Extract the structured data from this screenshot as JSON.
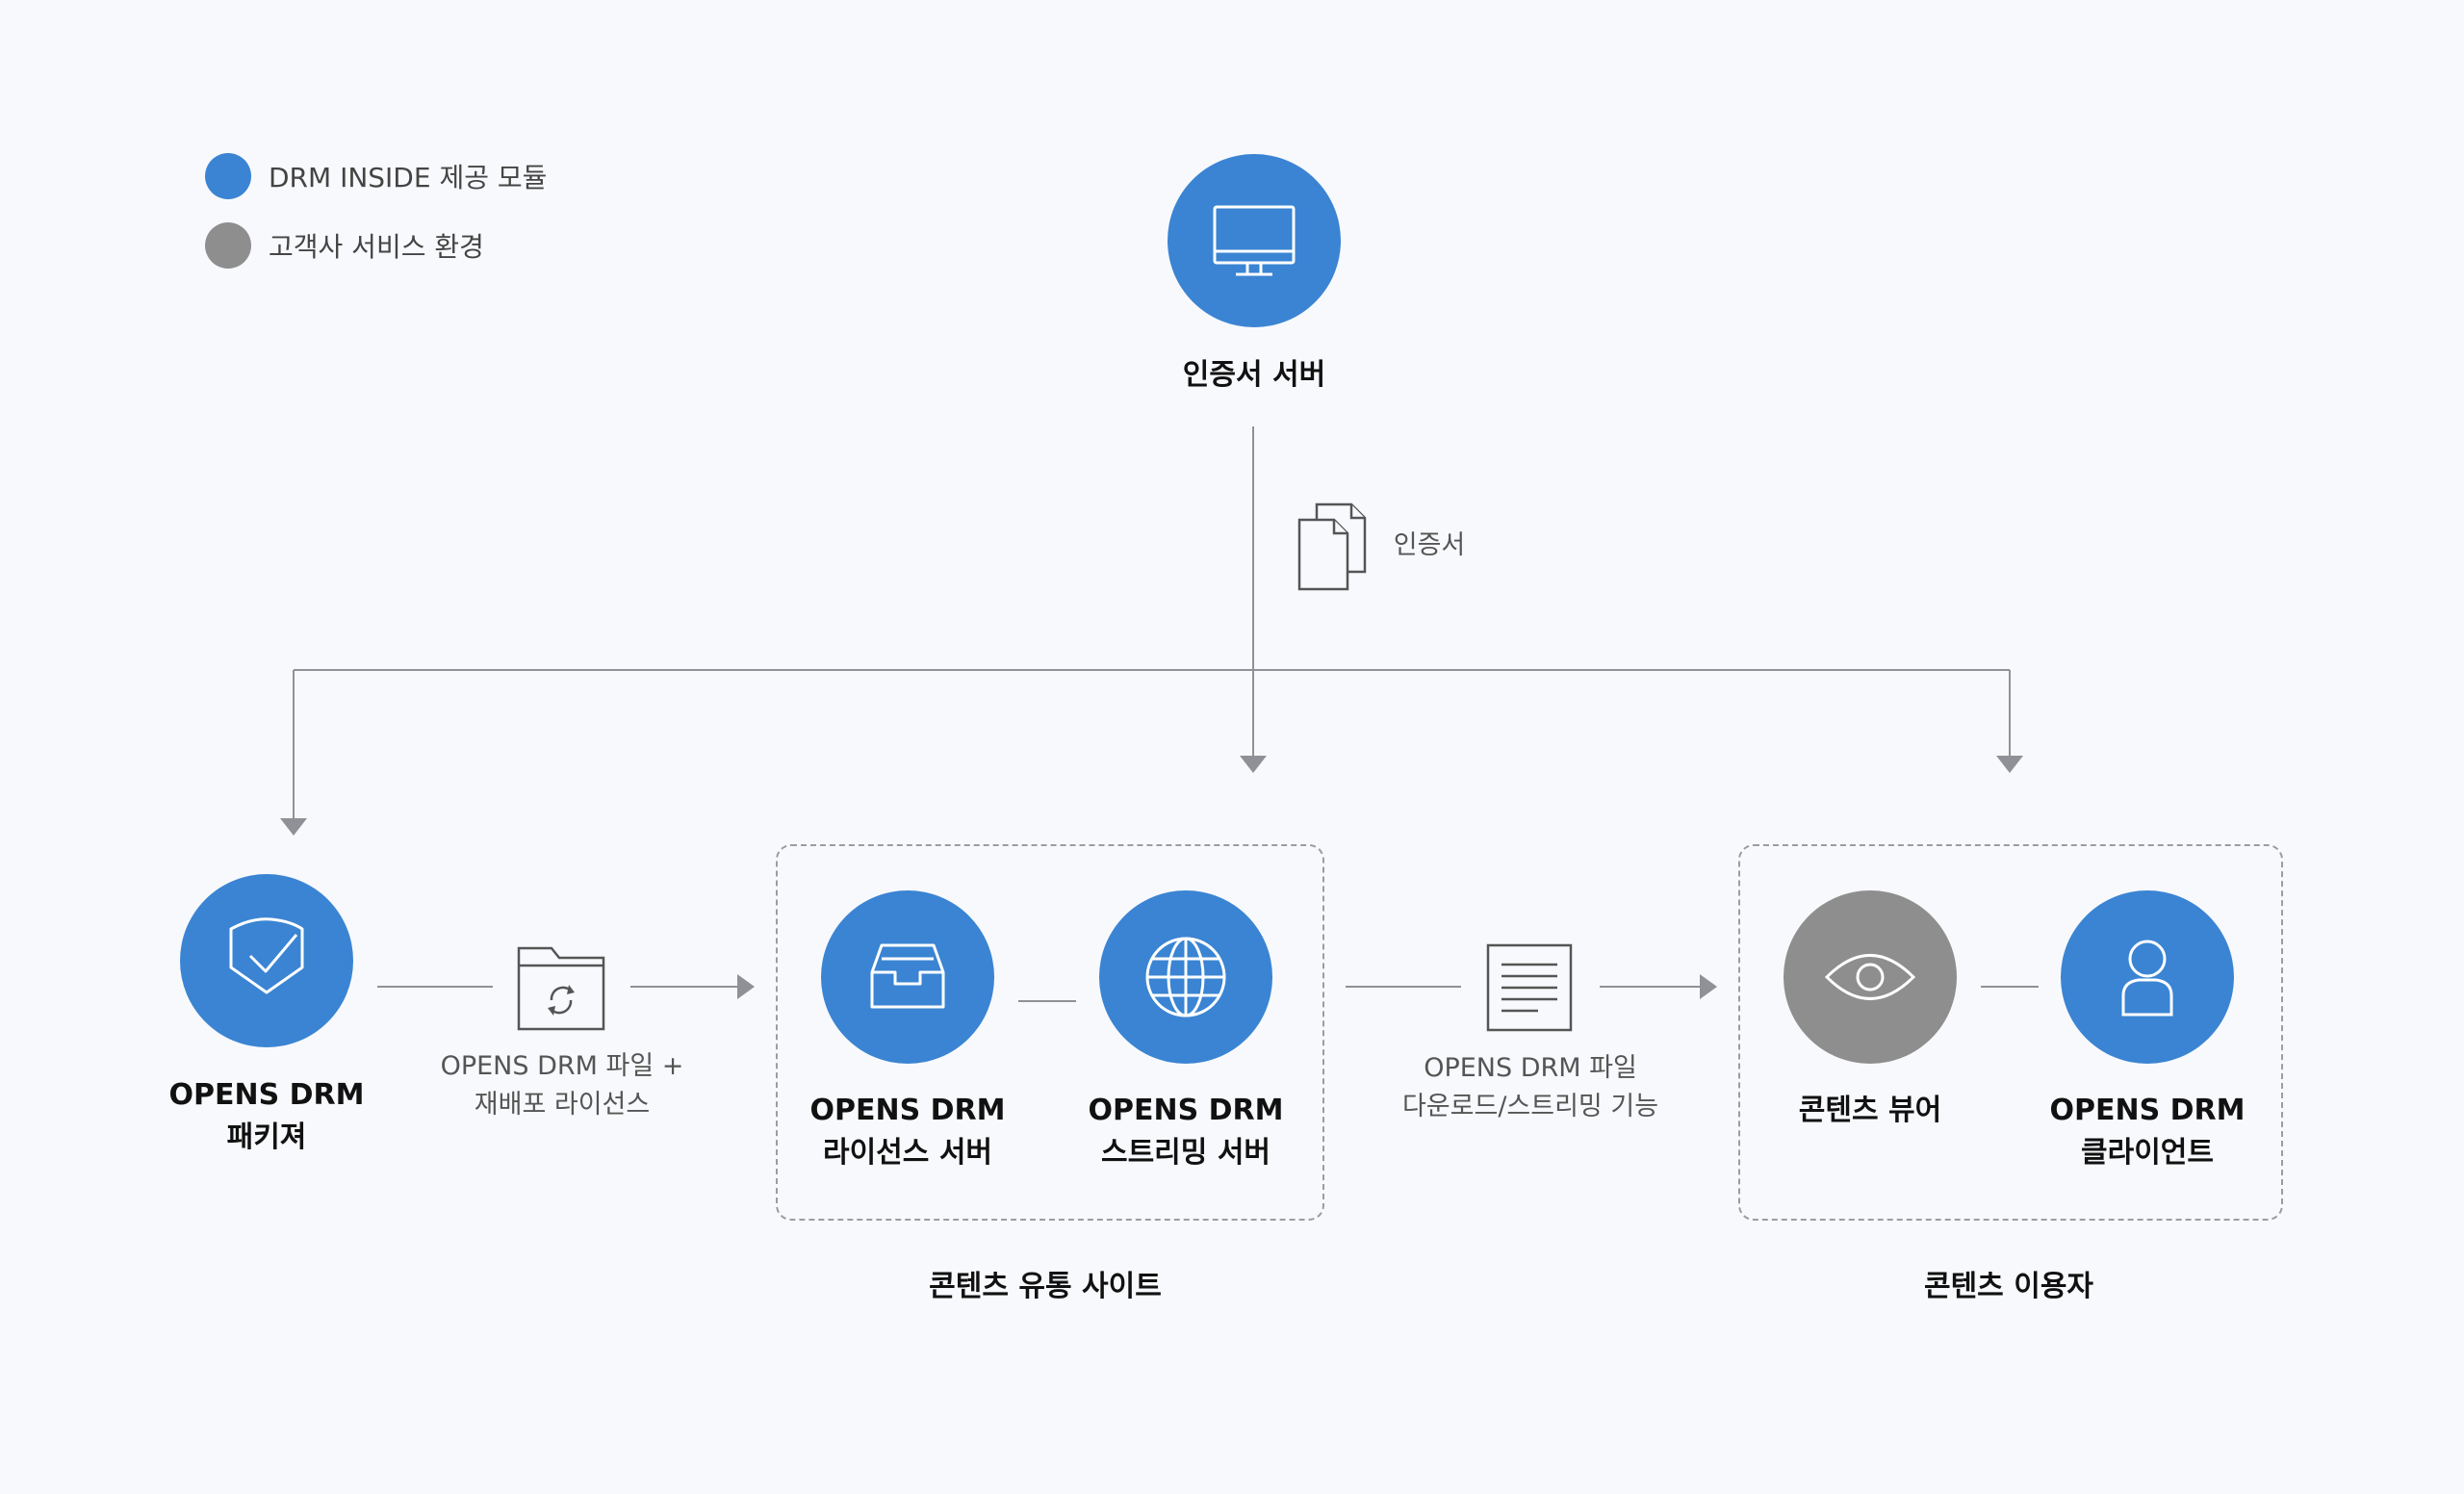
{
  "legend": [
    {
      "text": "DRM INSIDE 제공 모듈",
      "color": "#3a84d3"
    },
    {
      "text": "고객사 서비스 환경",
      "color": "#8e8e8e"
    }
  ],
  "colors": {
    "module": "#3a84d3",
    "customer": "#8e8e8e",
    "line": "#8f9196"
  },
  "nodes": {
    "cert_server": {
      "label": "인증서 서버",
      "icon": "monitor-icon"
    },
    "packager": {
      "line1": "OPENS DRM",
      "line2": "패키져",
      "icon": "shield-check-icon"
    },
    "license_server": {
      "line1": "OPENS DRM",
      "line2": "라이선스 서버",
      "icon": "inbox-tray-icon"
    },
    "streaming_server": {
      "line1": "OPENS DRM",
      "line2": "스트리밍 서버",
      "icon": "globe-icon"
    },
    "content_viewer": {
      "label": "콘텐츠 뷰어",
      "icon": "eye-icon"
    },
    "drm_client": {
      "line1": "OPENS DRM",
      "line2": "클라이언트",
      "icon": "user-icon"
    }
  },
  "flows": {
    "certificate": {
      "label": "인증서",
      "icon": "documents-icon"
    },
    "package_to_site": {
      "line1": "OPENS DRM 파일 +",
      "line2": "재배포 라이선스",
      "icon": "folder-sync-icon"
    },
    "site_to_user": {
      "line1": "OPENS DRM 파일",
      "line2": "다운로드/스트리밍 기능",
      "icon": "document-lines-icon"
    }
  },
  "groups": {
    "distribution_site": "콘텐츠 유통 사이트",
    "content_user": "콘텐츠 이용자"
  }
}
